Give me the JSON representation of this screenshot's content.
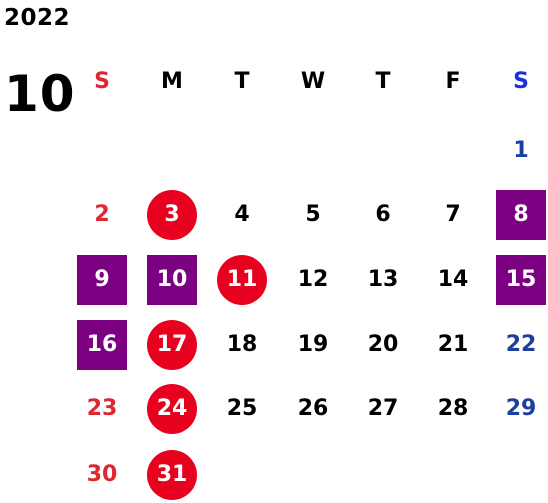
{
  "calendar": {
    "year": "2022",
    "month": "10",
    "weekdays": [
      "S",
      "M",
      "T",
      "W",
      "T",
      "F",
      "S"
    ],
    "colors": {
      "sunday": "#e0262e",
      "saturday": "#1b3fa0",
      "saturday_header": "#1a2ee0",
      "weekday": "#000000",
      "holiday_circle": "#e8001f",
      "highlight_square": "#7b0082",
      "on_mark_text": "#ffffff"
    },
    "days": [
      {
        "day": "1",
        "mark": "none"
      },
      {
        "day": "2",
        "mark": "none"
      },
      {
        "day": "3",
        "mark": "circle"
      },
      {
        "day": "4",
        "mark": "none"
      },
      {
        "day": "5",
        "mark": "none"
      },
      {
        "day": "6",
        "mark": "none"
      },
      {
        "day": "7",
        "mark": "none"
      },
      {
        "day": "8",
        "mark": "square"
      },
      {
        "day": "9",
        "mark": "square"
      },
      {
        "day": "10",
        "mark": "square"
      },
      {
        "day": "11",
        "mark": "circle"
      },
      {
        "day": "12",
        "mark": "none"
      },
      {
        "day": "13",
        "mark": "none"
      },
      {
        "day": "14",
        "mark": "none"
      },
      {
        "day": "15",
        "mark": "square"
      },
      {
        "day": "16",
        "mark": "square"
      },
      {
        "day": "17",
        "mark": "circle"
      },
      {
        "day": "18",
        "mark": "none"
      },
      {
        "day": "19",
        "mark": "none"
      },
      {
        "day": "20",
        "mark": "none"
      },
      {
        "day": "21",
        "mark": "none"
      },
      {
        "day": "22",
        "mark": "none"
      },
      {
        "day": "23",
        "mark": "none"
      },
      {
        "day": "24",
        "mark": "circle"
      },
      {
        "day": "25",
        "mark": "none"
      },
      {
        "day": "26",
        "mark": "none"
      },
      {
        "day": "27",
        "mark": "none"
      },
      {
        "day": "28",
        "mark": "none"
      },
      {
        "day": "29",
        "mark": "none"
      },
      {
        "day": "30",
        "mark": "none"
      },
      {
        "day": "31",
        "mark": "circle"
      }
    ]
  }
}
